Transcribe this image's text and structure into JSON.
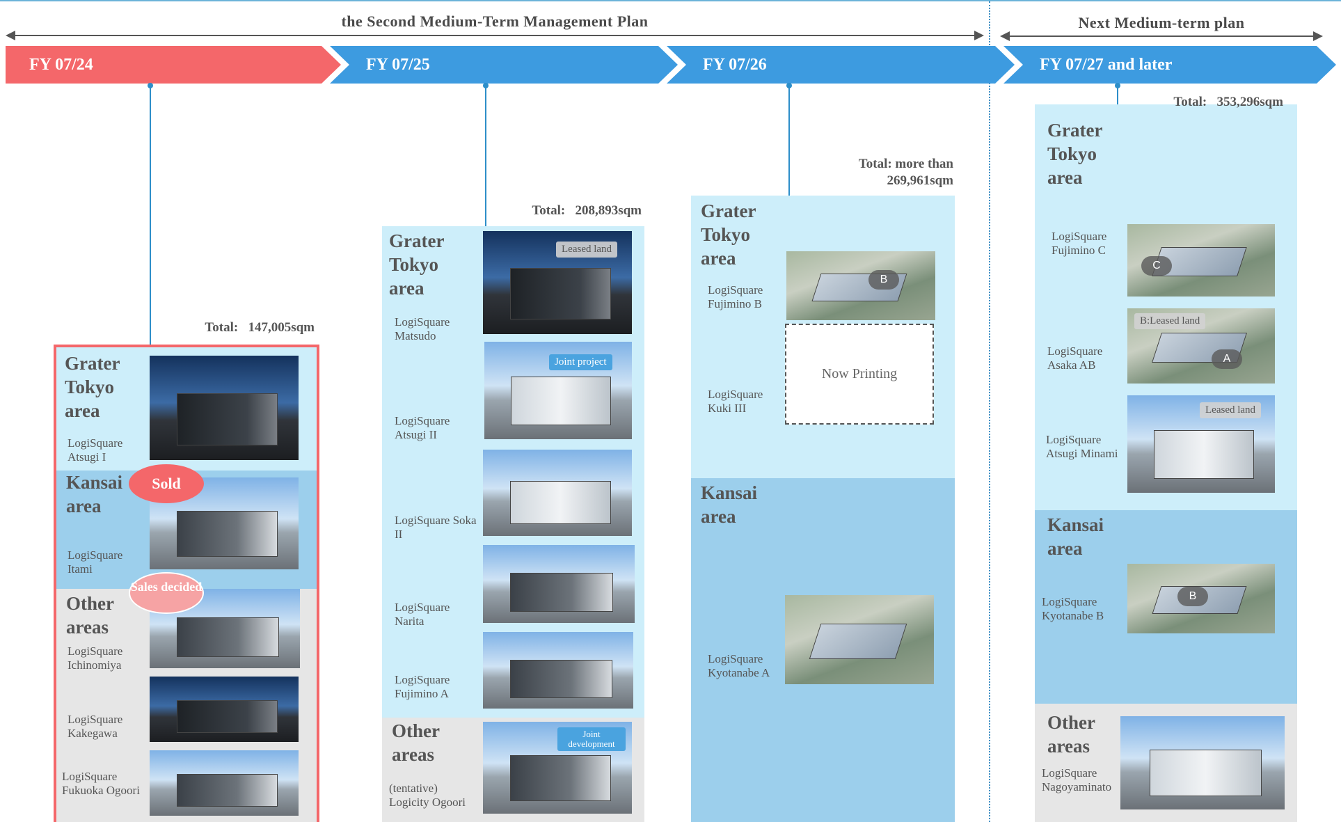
{
  "header": {
    "plan_current": "the Second Medium-Term Management Plan",
    "plan_next": "Next Medium-term plan"
  },
  "phases": [
    {
      "label": "FY 07/24",
      "color": "#f4676a"
    },
    {
      "label": "FY 07/25",
      "color": "#3d9be0"
    },
    {
      "label": "FY 07/26",
      "color": "#3d9be0"
    },
    {
      "label": "FY 07/27 and later",
      "color": "#3d9be0"
    }
  ],
  "fy24": {
    "total": "Total:   147,005sqm",
    "area_tokyo": "Grater Tokyo area",
    "area_kansai": "Kansai area",
    "area_other": "Other areas",
    "badge_sold": "Sold",
    "badge_sales": "Sales decided",
    "items": [
      {
        "label": "LogiSquare Atsugi I"
      },
      {
        "label": "LogiSquare Itami"
      },
      {
        "label": "LogiSquare Ichinomiya"
      },
      {
        "label": "LogiSquare Kakegawa"
      },
      {
        "label": "LogiSquare Fukuoka Ogoori"
      }
    ]
  },
  "fy25": {
    "total": "Total:   208,893sqm",
    "area_tokyo": "Grater Tokyo area",
    "area_other": "Other areas",
    "tag_leased": "Leased land",
    "tag_joint": "Joint project",
    "tag_jointdev": "Joint development",
    "items": [
      {
        "label": "LogiSquare Matsudo"
      },
      {
        "label": "LogiSquare Atsugi II"
      },
      {
        "label": "LogiSquare Soka II"
      },
      {
        "label": "LogiSquare Narita"
      },
      {
        "label": "LogiSquare Fujimino A"
      },
      {
        "label": "(tentative) Logicity Ogoori"
      }
    ]
  },
  "fy26": {
    "total": "Total: more than 269,961sqm",
    "area_tokyo": "Grater Tokyo area",
    "area_kansai": "Kansai area",
    "now_printing": "Now Printing",
    "letter_b": "B",
    "items": [
      {
        "label": "LogiSquare Fujimino B"
      },
      {
        "label": "LogiSquare Kuki III"
      },
      {
        "label": "LogiSquare Kyotanabe A"
      }
    ]
  },
  "fy27": {
    "total": "Total:   353,296sqm",
    "area_tokyo": "Grater Tokyo area",
    "area_kansai": "Kansai area",
    "area_other": "Other areas",
    "letter_c": "C",
    "letter_a": "A",
    "letter_b": "B",
    "tag_bleased": "B:Leased land",
    "tag_leased": "Leased land",
    "items": [
      {
        "label": "LogiSquare Fujimino C"
      },
      {
        "label": "LogiSquare Asaka AB"
      },
      {
        "label": "LogiSquare Atsugi Minami"
      },
      {
        "label": "LogiSquare Kyotanabe B"
      },
      {
        "label": "LogiSquare Nagoyaminato"
      }
    ]
  }
}
